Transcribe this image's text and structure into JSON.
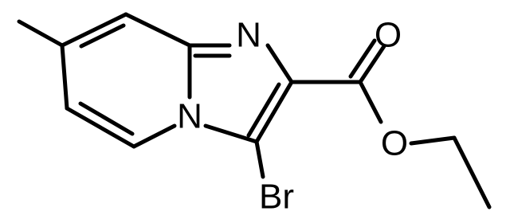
{
  "molecule": {
    "atoms": {
      "n_top": "N",
      "n_bridge": "N",
      "o_carbonyl": "O",
      "o_ester": "O",
      "br": "Br"
    },
    "colors": {
      "ink": "#000000",
      "background": "#ffffff"
    }
  }
}
